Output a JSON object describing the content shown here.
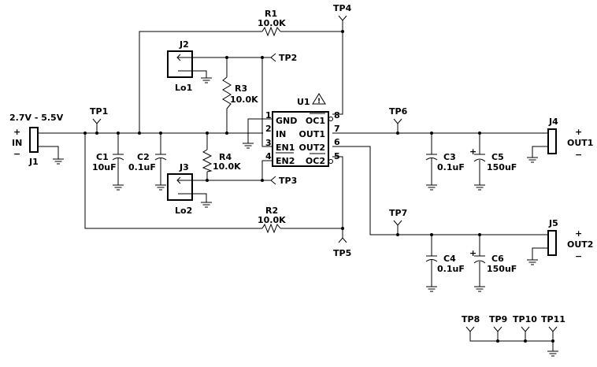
{
  "input": {
    "voltage": "2.7V - 5.5V",
    "plus": "+",
    "in": "IN",
    "minus": "−",
    "connector": "J1"
  },
  "test_points": [
    "TP1",
    "TP2",
    "TP3",
    "TP4",
    "TP5",
    "TP6",
    "TP7",
    "TP8",
    "TP9",
    "TP10",
    "TP11"
  ],
  "resistors": [
    {
      "ref": "R1",
      "value": "10.0K"
    },
    {
      "ref": "R2",
      "value": "10.0K"
    },
    {
      "ref": "R3",
      "value": "10.0K"
    },
    {
      "ref": "R4",
      "value": "10.0K"
    }
  ],
  "capacitors": [
    {
      "ref": "C1",
      "value": "10uF"
    },
    {
      "ref": "C2",
      "value": "0.1uF"
    },
    {
      "ref": "C3",
      "value": "0.1uF"
    },
    {
      "ref": "C4",
      "value": "0.1uF"
    },
    {
      "ref": "C5",
      "value": "150uF"
    },
    {
      "ref": "C6",
      "value": "150uF"
    }
  ],
  "jumpers": [
    {
      "ref": "J2",
      "label": "Lo1"
    },
    {
      "ref": "J3",
      "label": "Lo2"
    }
  ],
  "ic": {
    "ref": "U1",
    "pins_left": [
      {
        "num": "1",
        "name": "GND"
      },
      {
        "num": "2",
        "name": "IN"
      },
      {
        "num": "3",
        "name": "EN1"
      },
      {
        "num": "4",
        "name": "EN2"
      }
    ],
    "pins_right": [
      {
        "num": "8",
        "name": "OC1"
      },
      {
        "num": "7",
        "name": "OUT1"
      },
      {
        "num": "6",
        "name": "OUT2"
      },
      {
        "num": "5",
        "name": "OC2"
      }
    ],
    "warning": "!"
  },
  "outputs": [
    {
      "connector": "J4",
      "label": "OUT1",
      "plus": "+",
      "minus": "−"
    },
    {
      "connector": "J5",
      "label": "OUT2",
      "plus": "+",
      "minus": "−"
    }
  ],
  "polarity_mark": "+"
}
